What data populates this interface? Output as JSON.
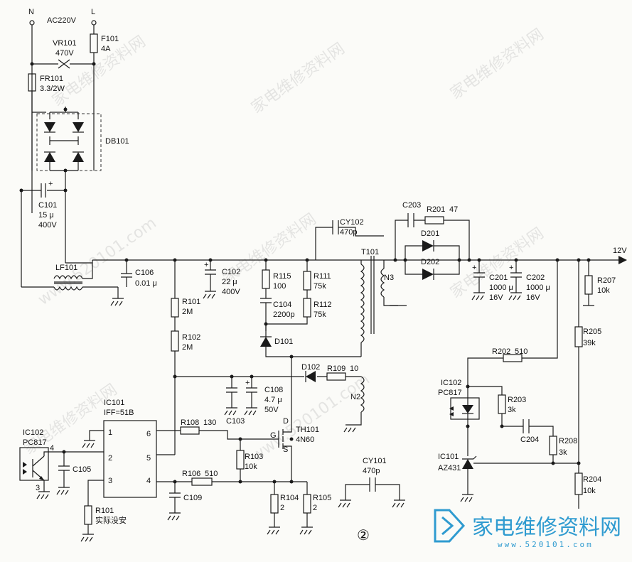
{
  "input": {
    "n": "N",
    "l": "L",
    "ac": "AC220V"
  },
  "comp": {
    "f101": [
      "F101",
      "4A"
    ],
    "vr101": [
      "VR101",
      "470V"
    ],
    "fr101": [
      "FR101",
      "3.3/2W"
    ],
    "db101": "DB101",
    "c101": [
      "C101",
      "15 μ",
      "400V"
    ],
    "lf101": "LF101",
    "c106": [
      "C106",
      "0.01 μ"
    ],
    "c102": [
      "C102",
      "22 μ",
      "400V"
    ],
    "r101a": [
      "R101",
      "2M"
    ],
    "r102": [
      "R102",
      "2M"
    ],
    "r115": [
      "R115",
      "100"
    ],
    "c104": [
      "C104",
      "2200p"
    ],
    "r111": [
      "R111",
      "75k"
    ],
    "r112": [
      "R112",
      "75k"
    ],
    "d101": "D101",
    "cy102": [
      "CY102",
      "470p"
    ],
    "t101": "T101",
    "n3": "N3",
    "n2": "N2",
    "d102": "D102",
    "r109": [
      "R109",
      "10"
    ],
    "c103": "C103",
    "c108": [
      "C108",
      "4.7 μ",
      "50V"
    ],
    "ic101": [
      "IC101",
      "IFF=51B"
    ],
    "r108": [
      "R108",
      "130"
    ],
    "th101": [
      "TH101",
      "4N60"
    ],
    "r103": [
      "R103",
      "10k"
    ],
    "r106": [
      "R106",
      "510"
    ],
    "c109": "C109",
    "r104": [
      "R104",
      "2"
    ],
    "r105": [
      "R105",
      "2"
    ],
    "cy101": [
      "CY101",
      "470p"
    ],
    "ic102l": [
      "IC102",
      "PC817"
    ],
    "c105": "C105",
    "r101b": [
      "R101",
      "实际没安"
    ],
    "c203": "C203",
    "r201": [
      "R201",
      "47"
    ],
    "d201": "D201",
    "d202": "D202",
    "c201": [
      "C201",
      "1000 μ",
      "16V"
    ],
    "c202": [
      "C202",
      "1000 μ",
      "16V"
    ],
    "out": "12V",
    "r207": [
      "R207",
      "10k"
    ],
    "r205": [
      "R205",
      "39k"
    ],
    "r202": [
      "R202",
      "510"
    ],
    "ic102r": [
      "IC102",
      "PC817"
    ],
    "r203": [
      "R203",
      "3k"
    ],
    "c204": "C204",
    "r208": [
      "R208",
      "3k"
    ],
    "ic101r": [
      "IC101",
      "AZ431"
    ],
    "r204": [
      "R204",
      "10k"
    ]
  },
  "pins": {
    "p1": "1",
    "p2": "2",
    "p3": "3",
    "p4": "4",
    "p5": "5",
    "p6": "6",
    "g": "G",
    "d": "D",
    "s": "S"
  },
  "figure_no": "②",
  "watermark": {
    "text": "家电维修资料网",
    "url": "www.520101.com"
  },
  "logo": {
    "text": "家电维修资料网",
    "url": "www.520101.com"
  }
}
